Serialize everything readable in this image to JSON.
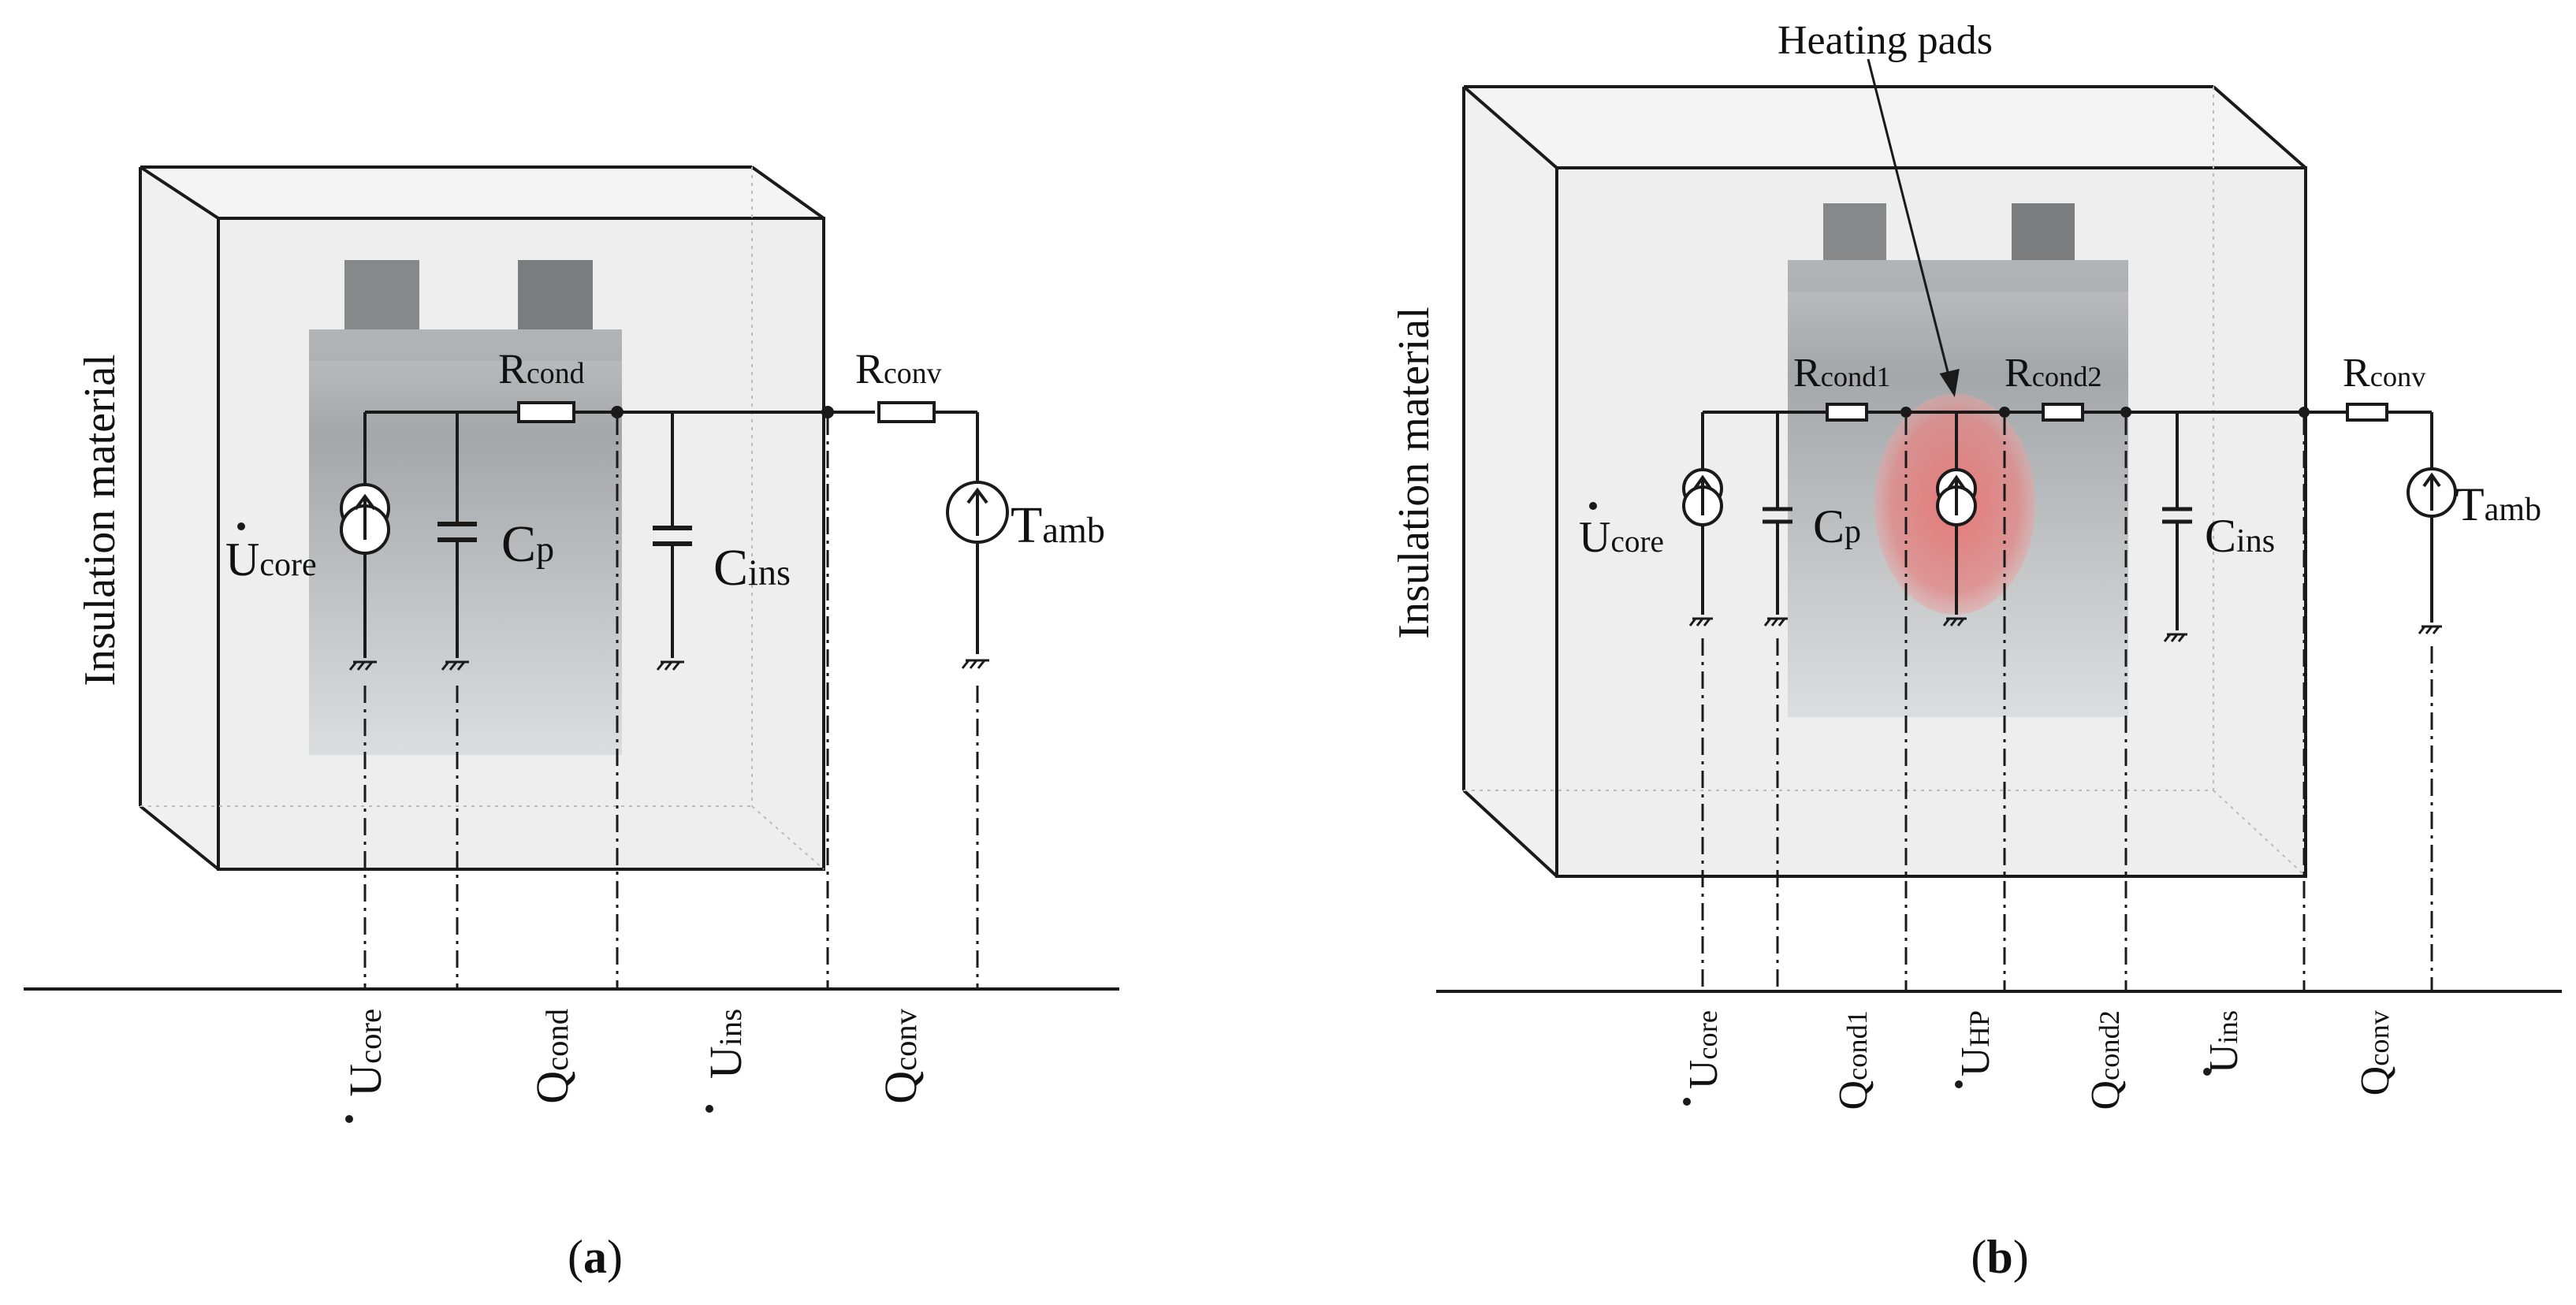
{
  "panel_a": {
    "side_label": "Insulation material",
    "r_cond": {
      "main": "R",
      "sub": "cond"
    },
    "r_conv": {
      "main": "R",
      "sub": "conv"
    },
    "u_core": {
      "main": "U",
      "sub": "core"
    },
    "c_p": {
      "main": "C",
      "sub": "p"
    },
    "c_ins": {
      "main": "C",
      "sub": "ins"
    },
    "t_amb": {
      "main": "T",
      "sub": "amb"
    },
    "axis_labels": [
      {
        "main": "U",
        "sub": "core",
        "dot": true
      },
      {
        "main": "Q",
        "sub": "cond",
        "dot": false
      },
      {
        "main": "U",
        "sub": "ins",
        "dot": true
      },
      {
        "main": "Q",
        "sub": "conv",
        "dot": false
      }
    ],
    "caption": {
      "open": "(",
      "letter": "a",
      "close": ")"
    }
  },
  "panel_b": {
    "side_label": "Insulation material",
    "heating_pads": "Heating pads",
    "r_cond1": {
      "main": "R",
      "sub": "cond1"
    },
    "r_cond2": {
      "main": "R",
      "sub": "cond2"
    },
    "r_conv": {
      "main": "R",
      "sub": "conv"
    },
    "u_core": {
      "main": "U",
      "sub": "core"
    },
    "c_p": {
      "main": "C",
      "sub": "p"
    },
    "c_ins": {
      "main": "C",
      "sub": "ins"
    },
    "t_amb": {
      "main": "T",
      "sub": "amb"
    },
    "axis_labels": [
      {
        "main": "U",
        "sub": "core",
        "dot": true
      },
      {
        "main": "Q",
        "sub": "cond1",
        "dot": false
      },
      {
        "main": "U",
        "sub": "HP",
        "dot": true
      },
      {
        "main": "Q",
        "sub": "cond2",
        "dot": false
      },
      {
        "main": "U",
        "sub": "ins",
        "dot": true
      },
      {
        "main": "Q",
        "sub": "conv",
        "dot": false
      }
    ],
    "caption": {
      "open": "(",
      "letter": "b",
      "close": ")"
    }
  },
  "colors": {
    "line": "#1a1a1a",
    "box_fill": "#efefef",
    "cell_fill": "#b4b6b8",
    "tab_fill": "#7d7f80",
    "heating_pad": "#e06868"
  }
}
